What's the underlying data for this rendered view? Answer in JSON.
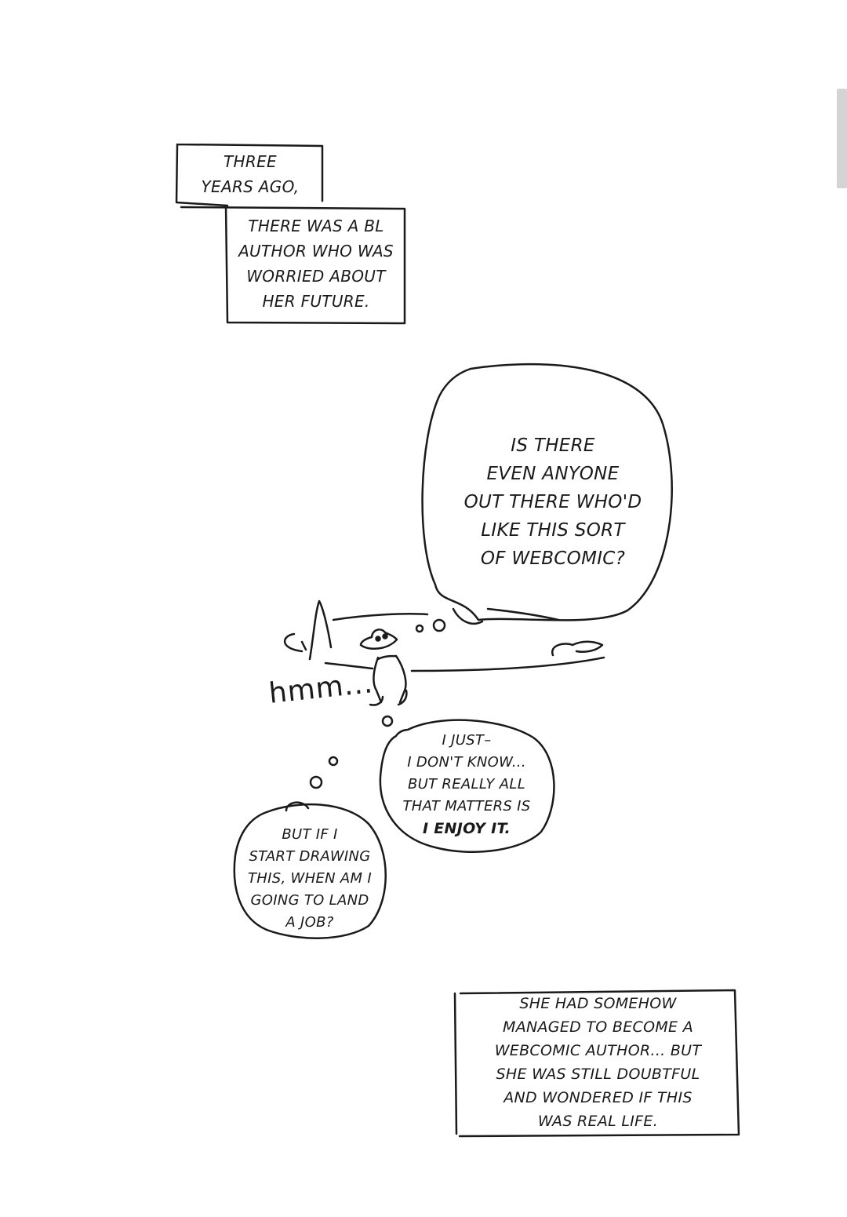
{
  "caption_top": {
    "line1": "THREE",
    "line2": "YEARS AGO,"
  },
  "caption_second": {
    "line1": "THERE WAS A BL",
    "line2": "AUTHOR WHO WAS",
    "line3": "WORRIED ABOUT",
    "line4": "HER FUTURE."
  },
  "thought_large": {
    "line1": "IS THERE",
    "line2": "EVEN ANYONE",
    "line3": "OUT THERE WHO'D",
    "line4": "LIKE THIS SORT",
    "line5": "OF WEBCOMIC?"
  },
  "sfx": {
    "hmm": "hmm..."
  },
  "thought_medium": {
    "line1": "I JUST–",
    "line2": "I DON'T KNOW...",
    "line3": "BUT REALLY ALL",
    "line4": "THAT MATTERS IS",
    "line5": "I ENJOY IT."
  },
  "thought_small": {
    "line1": "BUT IF I",
    "line2": "START DRAWING",
    "line3": "THIS, WHEN AM I",
    "line4": "GOING TO LAND",
    "line5": "A JOB?"
  },
  "caption_bottom": {
    "line1": "SHE HAD SOMEHOW",
    "line2": "MANAGED TO BECOME A",
    "line3": "WEBCOMIC AUTHOR... BUT",
    "line4": "SHE WAS STILL DOUBTFUL",
    "line5": "AND WONDERED IF THIS",
    "line6": "WAS REAL LIFE."
  },
  "colors": {
    "ink": "#1a1a1a",
    "paper": "#ffffff",
    "scrollbar": "#d4d4d4"
  }
}
